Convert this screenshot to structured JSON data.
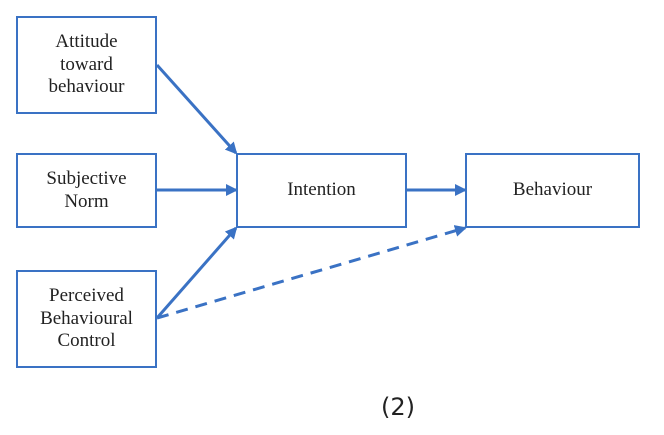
{
  "diagram": {
    "nodes": {
      "attitude": "Attitude\ntoward\nbehaviour",
      "subjective_norm": "Subjective\nNorm",
      "pbc": "Perceived\nBehavioural\nControl",
      "intention": "Intention",
      "behaviour": "Behaviour"
    },
    "edges": [
      {
        "from": "attitude",
        "to": "intention",
        "style": "solid"
      },
      {
        "from": "subjective_norm",
        "to": "intention",
        "style": "solid"
      },
      {
        "from": "pbc",
        "to": "intention",
        "style": "solid"
      },
      {
        "from": "intention",
        "to": "behaviour",
        "style": "solid"
      },
      {
        "from": "pbc",
        "to": "behaviour",
        "style": "dashed"
      }
    ],
    "caption": "(2)"
  },
  "colors": {
    "stroke": "#3a72c4",
    "text": "#222222"
  }
}
